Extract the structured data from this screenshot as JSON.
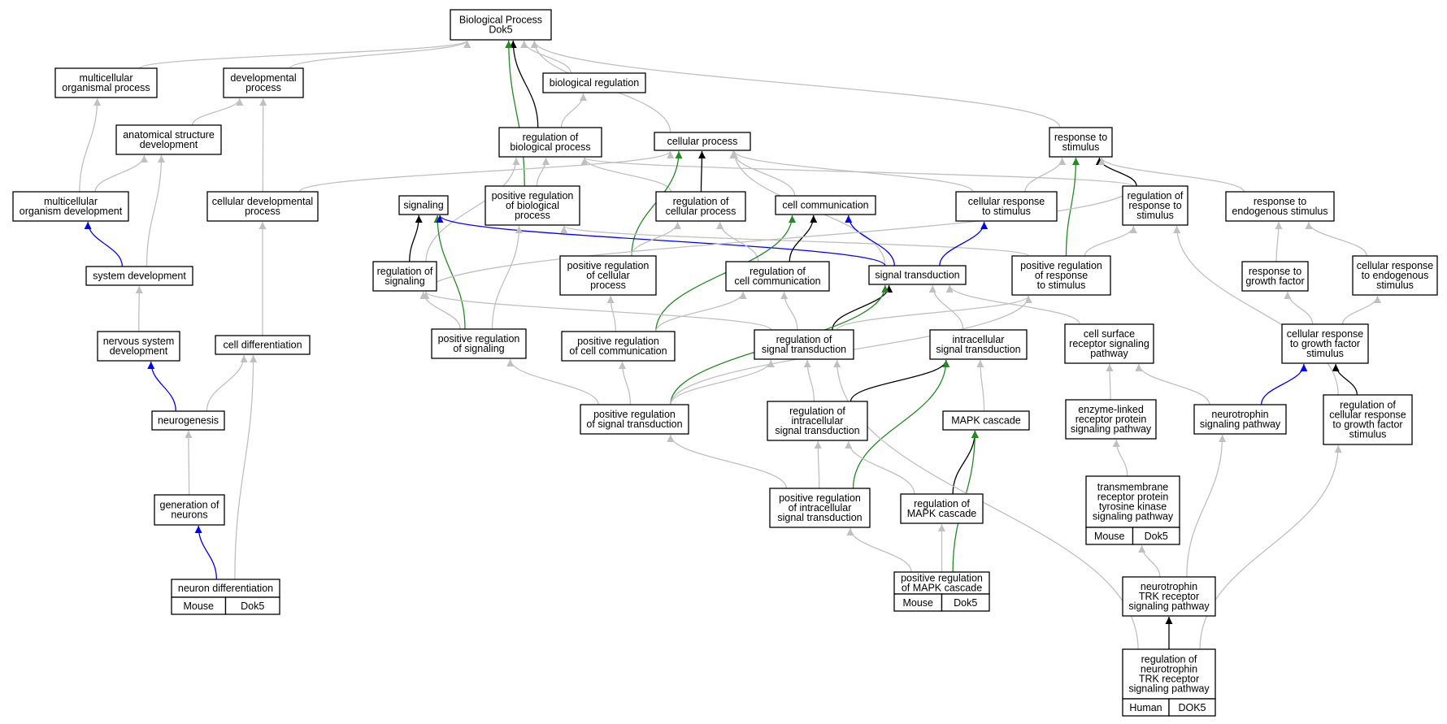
{
  "colors": {
    "gray": "#c0c0c0",
    "black": "#000000",
    "blue": "#0000ff",
    "green": "#228b22",
    "mouse_fill": "#add8e6",
    "human_fill": "#ff6347"
  },
  "nodes": [
    {
      "id": "bp",
      "lines": [
        "Biological Process",
        "Dok5"
      ]
    },
    {
      "id": "mop",
      "lines": [
        "multicellular",
        "organismal process"
      ]
    },
    {
      "id": "dp",
      "lines": [
        "developmental",
        "process"
      ]
    },
    {
      "id": "breg",
      "lines": [
        "biological regulation"
      ]
    },
    {
      "id": "asd",
      "lines": [
        "anatomical structure",
        "development"
      ]
    },
    {
      "id": "rbp",
      "lines": [
        "regulation of",
        "biological process"
      ]
    },
    {
      "id": "cp",
      "lines": [
        "cellular process"
      ]
    },
    {
      "id": "rts",
      "lines": [
        "response to",
        "stimulus"
      ]
    },
    {
      "id": "mod",
      "lines": [
        "multicellular",
        "organism development"
      ]
    },
    {
      "id": "cdp",
      "lines": [
        "cellular developmental",
        "process"
      ]
    },
    {
      "id": "sig",
      "lines": [
        "signaling"
      ]
    },
    {
      "id": "prbp",
      "lines": [
        "positive regulation",
        "of biological",
        "process"
      ]
    },
    {
      "id": "rcp",
      "lines": [
        "regulation of",
        "cellular process"
      ]
    },
    {
      "id": "cc",
      "lines": [
        "cell communication"
      ]
    },
    {
      "id": "crs",
      "lines": [
        "cellular response",
        "to stimulus"
      ]
    },
    {
      "id": "rrs",
      "lines": [
        "regulation of",
        "response to",
        "stimulus"
      ]
    },
    {
      "id": "res",
      "lines": [
        "response to",
        "endogenous stimulus"
      ]
    },
    {
      "id": "sd",
      "lines": [
        "system development"
      ]
    },
    {
      "id": "rsig",
      "lines": [
        "regulation of",
        "signaling"
      ]
    },
    {
      "id": "prcp",
      "lines": [
        "positive regulation",
        "of cellular",
        "process"
      ]
    },
    {
      "id": "rcc",
      "lines": [
        "regulation of",
        "cell communication"
      ]
    },
    {
      "id": "st",
      "lines": [
        "signal transduction"
      ]
    },
    {
      "id": "prrs",
      "lines": [
        "positive regulation",
        "of response",
        "to stimulus"
      ]
    },
    {
      "id": "rgf",
      "lines": [
        "response to",
        "growth factor"
      ]
    },
    {
      "id": "cres",
      "lines": [
        "cellular response",
        "to endogenous",
        "stimulus"
      ]
    },
    {
      "id": "nsd",
      "lines": [
        "nervous system",
        "development"
      ]
    },
    {
      "id": "cd",
      "lines": [
        "cell differentiation"
      ]
    },
    {
      "id": "prsig",
      "lines": [
        "positive regulation",
        "of signaling"
      ]
    },
    {
      "id": "prcc",
      "lines": [
        "positive regulation",
        "of cell communication"
      ]
    },
    {
      "id": "rst",
      "lines": [
        "regulation of",
        "signal transduction"
      ]
    },
    {
      "id": "ist",
      "lines": [
        "intracellular",
        "signal transduction"
      ]
    },
    {
      "id": "csrsp",
      "lines": [
        "cell surface",
        "receptor signaling",
        "pathway"
      ]
    },
    {
      "id": "crgf",
      "lines": [
        "cellular response",
        "to growth factor",
        "stimulus"
      ]
    },
    {
      "id": "ng",
      "lines": [
        "neurogenesis"
      ]
    },
    {
      "id": "prst",
      "lines": [
        "positive regulation",
        "of signal transduction"
      ]
    },
    {
      "id": "rist",
      "lines": [
        "regulation of",
        "intracellular",
        "signal transduction"
      ]
    },
    {
      "id": "mapk",
      "lines": [
        "MAPK cascade"
      ]
    },
    {
      "id": "elrsp",
      "lines": [
        "enzyme-linked",
        "receptor protein",
        "signaling pathway"
      ]
    },
    {
      "id": "nsp",
      "lines": [
        "neurotrophin",
        "signaling pathway"
      ]
    },
    {
      "id": "rcrgf",
      "lines": [
        "regulation of",
        "cellular response",
        "to growth factor",
        "stimulus"
      ]
    },
    {
      "id": "gon",
      "lines": [
        "generation of",
        "neurons"
      ]
    },
    {
      "id": "prist",
      "lines": [
        "positive regulation",
        "of intracellular",
        "signal transduction"
      ]
    },
    {
      "id": "rmapk",
      "lines": [
        "regulation of",
        "MAPK cascade"
      ]
    },
    {
      "id": "trtk",
      "lines": [
        "transmembrane",
        "receptor protein",
        "tyrosine kinase",
        "signaling pathway"
      ],
      "tags": [
        "Mouse",
        "Dok5"
      ],
      "tag_color": "mouse"
    },
    {
      "id": "nd",
      "lines": [
        "neuron differentiation"
      ],
      "tags": [
        "Mouse",
        "Dok5"
      ],
      "tag_color": "mouse"
    },
    {
      "id": "prmapk",
      "lines": [
        "positive regulation",
        "of MAPK cascade"
      ],
      "tags": [
        "Mouse",
        "Dok5"
      ],
      "tag_color": "mouse"
    },
    {
      "id": "ntrk",
      "lines": [
        "neurotrophin",
        "TRK receptor",
        "signaling pathway"
      ]
    },
    {
      "id": "rntrk",
      "lines": [
        "regulation of",
        "neurotrophin",
        "TRK receptor",
        "signaling pathway"
      ],
      "tags": [
        "Human",
        "DOK5"
      ],
      "tag_color": "human"
    }
  ],
  "edges": [
    {
      "from": "mop",
      "to": "bp",
      "color": "gray"
    },
    {
      "from": "dp",
      "to": "bp",
      "color": "gray"
    },
    {
      "from": "breg",
      "to": "bp",
      "color": "gray"
    },
    {
      "from": "cp",
      "to": "bp",
      "color": "gray"
    },
    {
      "from": "rts",
      "to": "bp",
      "color": "gray"
    },
    {
      "from": "rbp",
      "to": "bp",
      "color": "black"
    },
    {
      "from": "prbp",
      "to": "bp",
      "color": "green"
    },
    {
      "from": "rbp",
      "to": "breg",
      "color": "gray"
    },
    {
      "from": "asd",
      "to": "dp",
      "color": "gray"
    },
    {
      "from": "cdp",
      "to": "dp",
      "color": "gray"
    },
    {
      "from": "mod",
      "to": "mop",
      "color": "gray"
    },
    {
      "from": "mod",
      "to": "asd",
      "color": "gray"
    },
    {
      "from": "sd",
      "to": "asd",
      "color": "gray"
    },
    {
      "from": "sd",
      "to": "mod",
      "color": "blue"
    },
    {
      "from": "cdp",
      "to": "cp",
      "color": "gray"
    },
    {
      "from": "prbp",
      "to": "rbp",
      "color": "gray"
    },
    {
      "from": "rcp",
      "to": "rbp",
      "color": "gray"
    },
    {
      "from": "rrs",
      "to": "rbp",
      "color": "gray"
    },
    {
      "from": "rsig",
      "to": "rbp",
      "color": "gray"
    },
    {
      "from": "rcp",
      "to": "cp",
      "color": "black"
    },
    {
      "from": "prcp",
      "to": "cp",
      "color": "green"
    },
    {
      "from": "cc",
      "to": "cp",
      "color": "gray"
    },
    {
      "from": "crs",
      "to": "cp",
      "color": "gray"
    },
    {
      "from": "st",
      "to": "cp",
      "color": "gray"
    },
    {
      "from": "rrs",
      "to": "rts",
      "color": "black"
    },
    {
      "from": "prrs",
      "to": "rts",
      "color": "green"
    },
    {
      "from": "crs",
      "to": "rts",
      "color": "gray"
    },
    {
      "from": "res",
      "to": "rts",
      "color": "gray"
    },
    {
      "from": "rsig",
      "to": "sig",
      "color": "black"
    },
    {
      "from": "prsig",
      "to": "sig",
      "color": "green"
    },
    {
      "from": "st",
      "to": "sig",
      "color": "blue"
    },
    {
      "from": "prsig",
      "to": "prbp",
      "color": "gray"
    },
    {
      "from": "prcp",
      "to": "rcp",
      "color": "gray"
    },
    {
      "from": "rcc",
      "to": "rcp",
      "color": "gray"
    },
    {
      "from": "prrs",
      "to": "prbp",
      "color": "gray"
    },
    {
      "from": "rcc",
      "to": "cc",
      "color": "black"
    },
    {
      "from": "prcc",
      "to": "cc",
      "color": "green"
    },
    {
      "from": "st",
      "to": "cc",
      "color": "blue"
    },
    {
      "from": "st",
      "to": "crs",
      "color": "blue"
    },
    {
      "from": "prrs",
      "to": "rrs",
      "color": "gray"
    },
    {
      "from": "rgf",
      "to": "res",
      "color": "gray"
    },
    {
      "from": "cres",
      "to": "res",
      "color": "gray"
    },
    {
      "from": "nsd",
      "to": "sd",
      "color": "gray"
    },
    {
      "from": "cd",
      "to": "cdp",
      "color": "gray"
    },
    {
      "from": "prsig",
      "to": "rsig",
      "color": "gray"
    },
    {
      "from": "rst",
      "to": "rsig",
      "color": "gray"
    },
    {
      "from": "prcc",
      "to": "prcp",
      "color": "gray"
    },
    {
      "from": "prcc",
      "to": "rcc",
      "color": "gray"
    },
    {
      "from": "rst",
      "to": "rcc",
      "color": "gray"
    },
    {
      "from": "rst",
      "to": "st",
      "color": "black"
    },
    {
      "from": "prst",
      "to": "st",
      "color": "green"
    },
    {
      "from": "ist",
      "to": "st",
      "color": "gray"
    },
    {
      "from": "csrsp",
      "to": "st",
      "color": "gray"
    },
    {
      "from": "prst",
      "to": "prrs",
      "color": "gray"
    },
    {
      "from": "rst",
      "to": "prrs",
      "color": "gray"
    },
    {
      "from": "crgf",
      "to": "rgf",
      "color": "gray"
    },
    {
      "from": "crgf",
      "to": "cres",
      "color": "gray"
    },
    {
      "from": "ng",
      "to": "nsd",
      "color": "blue"
    },
    {
      "from": "ng",
      "to": "cd",
      "color": "gray"
    },
    {
      "from": "prst",
      "to": "prsig",
      "color": "gray"
    },
    {
      "from": "prst",
      "to": "prcc",
      "color": "gray"
    },
    {
      "from": "prst",
      "to": "rst",
      "color": "gray"
    },
    {
      "from": "rist",
      "to": "rst",
      "color": "gray"
    },
    {
      "from": "rist",
      "to": "ist",
      "color": "black"
    },
    {
      "from": "prist",
      "to": "ist",
      "color": "green"
    },
    {
      "from": "mapk",
      "to": "ist",
      "color": "gray"
    },
    {
      "from": "elrsp",
      "to": "csrsp",
      "color": "gray"
    },
    {
      "from": "nsp",
      "to": "csrsp",
      "color": "gray"
    },
    {
      "from": "nsp",
      "to": "crgf",
      "color": "blue"
    },
    {
      "from": "rcrgf",
      "to": "crgf",
      "color": "black"
    },
    {
      "from": "rcrgf",
      "to": "rrs",
      "color": "gray"
    },
    {
      "from": "gon",
      "to": "ng",
      "color": "gray"
    },
    {
      "from": "prist",
      "to": "prst",
      "color": "gray"
    },
    {
      "from": "prist",
      "to": "rist",
      "color": "gray"
    },
    {
      "from": "rmapk",
      "to": "rist",
      "color": "gray"
    },
    {
      "from": "rmapk",
      "to": "mapk",
      "color": "black"
    },
    {
      "from": "prmapk",
      "to": "mapk",
      "color": "green"
    },
    {
      "from": "prmapk",
      "to": "rmapk",
      "color": "gray"
    },
    {
      "from": "prmapk",
      "to": "prist",
      "color": "gray"
    },
    {
      "from": "trtk",
      "to": "elrsp",
      "color": "gray"
    },
    {
      "from": "nd",
      "to": "gon",
      "color": "blue"
    },
    {
      "from": "nd",
      "to": "cd",
      "color": "gray"
    },
    {
      "from": "ntrk",
      "to": "trtk",
      "color": "gray"
    },
    {
      "from": "ntrk",
      "to": "nsp",
      "color": "gray"
    },
    {
      "from": "rntrk",
      "to": "ntrk",
      "color": "black"
    },
    {
      "from": "rntrk",
      "to": "rcrgf",
      "color": "gray"
    },
    {
      "from": "rntrk",
      "to": "rst",
      "color": "gray"
    },
    {
      "from": "rrs",
      "to": "rsig",
      "color": "gray"
    }
  ]
}
